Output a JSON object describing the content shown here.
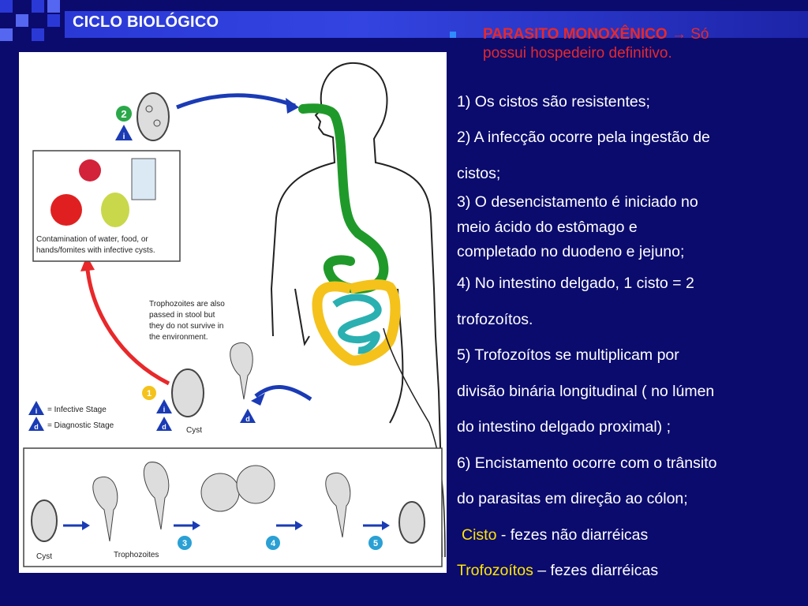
{
  "header": {
    "title": "CICLO BIOLÓGICO"
  },
  "bullet": {
    "head_bold": "PARASITO MONOXÊNICO",
    "arrow": "→",
    "head_rest_1": " Só",
    "head_rest_2": "possui hospedeiro definitivo."
  },
  "lines": [
    "1) Os cistos são resistentes;",
    "2) A infecção ocorre pela ingestão de",
    "cistos;",
    "3) O desencistamento é iniciado no",
    "meio ácido do estômago e",
    "completado no duodeno e jejuno;",
    "4) No intestino delgado, 1 cisto = 2",
    "trofozoítos.",
    "5) Trofozoítos se multiplicam por",
    "divisão binária longitudinal ( no lúmen",
    "do intestino delgado proximal) ;",
    "6) Encistamento ocorre com o trânsito",
    "do parasitas em direção ao cólon;"
  ],
  "footer_lines": {
    "cisto_word": "Cisto",
    "cisto_rest": " - fezes não diarréicas",
    "trofo_word": "Trofozoítos",
    "trofo_rest": " – fezes diarréicas"
  },
  "figure": {
    "contamination": [
      "Contamination of water, food, or",
      "hands/fomites with infective cysts."
    ],
    "trophozoites_note": [
      "Trophozoites are also",
      "passed in stool but",
      "they do not survive in",
      "the environment."
    ],
    "legend_infective": "= Infective Stage",
    "legend_diagnostic": "= Diagnostic Stage",
    "cyst_label": "Cyst",
    "cyst_label_bottom": "Cyst",
    "trophozoites_label": "Trophozoites",
    "step_labels": [
      "1",
      "2",
      "3",
      "4",
      "5"
    ],
    "stage_i": "i",
    "stage_d": "d"
  },
  "colors": {
    "background": "#0b0b6e",
    "title_bar": "#2a39d6",
    "accent_red": "#e8282a",
    "highlight": "#ffe600",
    "bullet": "#2f8cff"
  }
}
